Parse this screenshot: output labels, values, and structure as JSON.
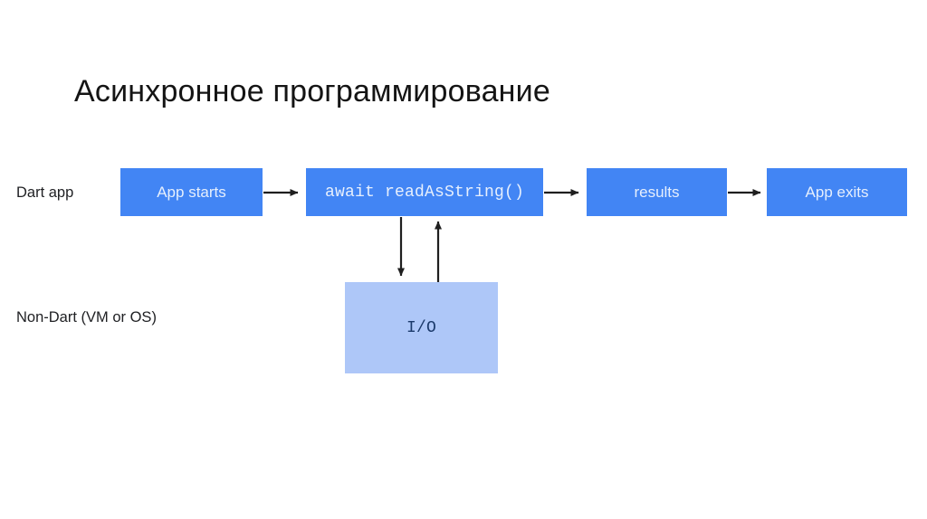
{
  "slide": {
    "title": "Асинхронное программирование",
    "background_color": "#ffffff"
  },
  "colors": {
    "box_blue": "#4285f4",
    "box_blue_text": "#e6effd",
    "box_lightblue": "#aec7f8",
    "box_lightblue_text": "#1b3a6b",
    "arrow": "#1f1f1f",
    "title_text": "#141414",
    "lane_label_text": "#202124"
  },
  "diagram": {
    "lanes": [
      {
        "id": "dart-app",
        "label": "Dart app"
      },
      {
        "id": "non-dart",
        "label": "Non-Dart (VM or OS)"
      }
    ],
    "nodes": [
      {
        "id": "app-starts",
        "label": "App starts",
        "lane": "dart-app",
        "style": "blue",
        "mono": false
      },
      {
        "id": "await-read",
        "label": "await readAsString()",
        "lane": "dart-app",
        "style": "blue",
        "mono": true
      },
      {
        "id": "results",
        "label": "results",
        "lane": "dart-app",
        "style": "blue",
        "mono": false
      },
      {
        "id": "app-exits",
        "label": "App exits",
        "lane": "dart-app",
        "style": "blue",
        "mono": false
      },
      {
        "id": "io",
        "label": "I/O",
        "lane": "non-dart",
        "style": "lightblue",
        "mono": true
      }
    ],
    "edges": [
      {
        "id": "e1",
        "from": "app-starts",
        "to": "await-read",
        "direction": "right"
      },
      {
        "id": "e2",
        "from": "await-read",
        "to": "results",
        "direction": "right"
      },
      {
        "id": "e3",
        "from": "results",
        "to": "app-exits",
        "direction": "right"
      },
      {
        "id": "e4",
        "from": "await-read",
        "to": "io",
        "direction": "down"
      },
      {
        "id": "e5",
        "from": "io",
        "to": "await-read",
        "direction": "up"
      }
    ]
  }
}
